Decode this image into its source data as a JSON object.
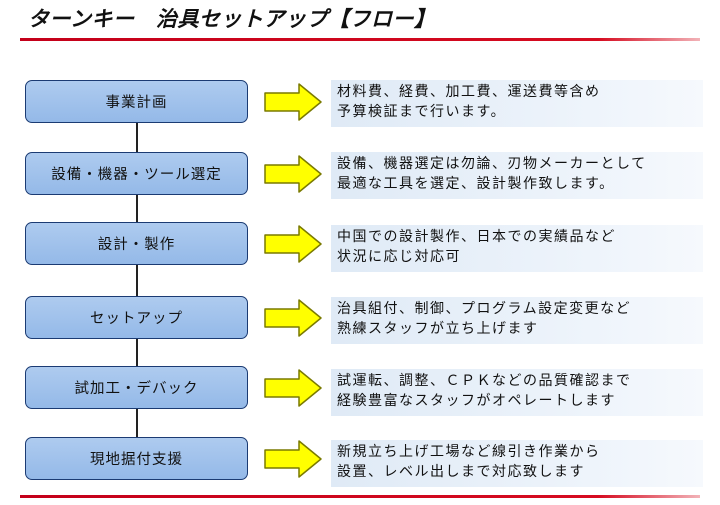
{
  "title": "ターンキー　治具セットアップ【フロー】",
  "colors": {
    "accent": "#d60b20",
    "step_fill": "#a6c6ee",
    "step_border": "#1b3b73",
    "arrow_fill": "#ffff00",
    "arrow_stroke": "#7a7a00"
  },
  "steps": [
    {
      "label": "事業計画",
      "desc": [
        "材料費、経費、加工費、運送費等含め",
        "予算検証まで行います。"
      ]
    },
    {
      "label": "設備・機器・ツール選定",
      "desc": [
        "設備、機器選定は勿論、刃物メーカーとして",
        "最適な工具を選定、設計製作致します。"
      ]
    },
    {
      "label": "設計・製作",
      "desc": [
        "中国での設計製作、日本での実績品など",
        "状況に応じ対応可"
      ]
    },
    {
      "label": "セットアップ",
      "desc": [
        "治具組付、制御、プログラム設定変更など",
        "熟練スタッフが立ち上げます"
      ]
    },
    {
      "label": "試加工・デバック",
      "desc": [
        "試運転、調整、ＣＰＫなどの品質確認まで",
        "経験豊富なスタッフがオペレートします"
      ]
    },
    {
      "label": "現地据付支援",
      "desc": [
        "新規立ち上げ工場など線引き作業から",
        "設置、レベル出しまで対応致します"
      ]
    }
  ]
}
